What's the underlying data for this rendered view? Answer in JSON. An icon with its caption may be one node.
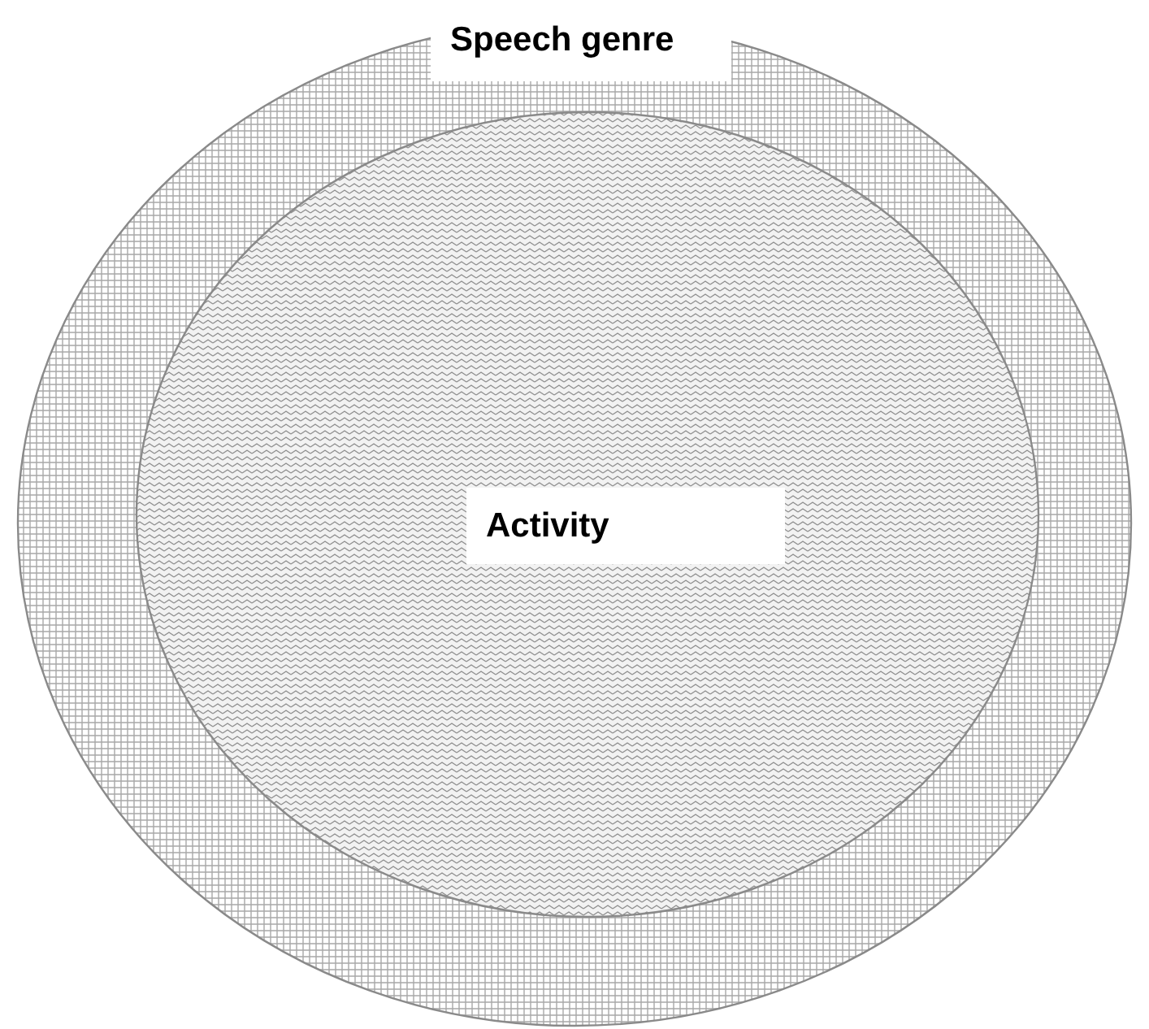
{
  "diagram": {
    "nodes": [
      {
        "text": [
          "Speech genre"
        ]
      },
      {
        "text": [
          "Activity"
        ],
        "in": 0
      }
    ]
  }
}
